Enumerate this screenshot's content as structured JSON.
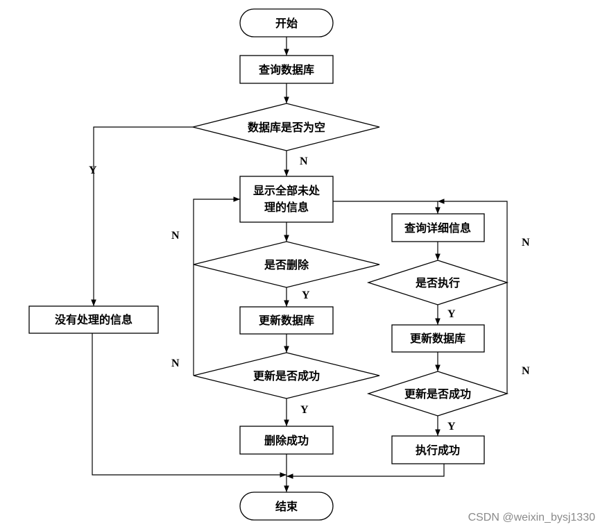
{
  "nodes": {
    "start": "开始",
    "query_db": "查询数据库",
    "db_empty": "数据库是否为空",
    "show_line1": "显示全部未处",
    "show_line2": "理的信息",
    "no_info": "没有处理的信息",
    "delete_q": "是否删除",
    "update_db_left": "更新数据库",
    "update_ok_left": "更新是否成功",
    "delete_ok": "删除成功",
    "query_detail": "查询详细信息",
    "exec_q": "是否执行",
    "update_db_right": "更新数据库",
    "update_ok_right": "更新是否成功",
    "exec_ok": "执行成功",
    "end": "结束"
  },
  "labels": {
    "y_empty": "Y",
    "n_empty": "N",
    "n_delete": "N",
    "y_delete": "Y",
    "n_update_left": "N",
    "y_update_left": "Y",
    "n_exec": "N",
    "y_exec": "Y",
    "n_update_right": "N",
    "y_update_right": "Y"
  },
  "watermark": "CSDN @weixin_bysj1330"
}
